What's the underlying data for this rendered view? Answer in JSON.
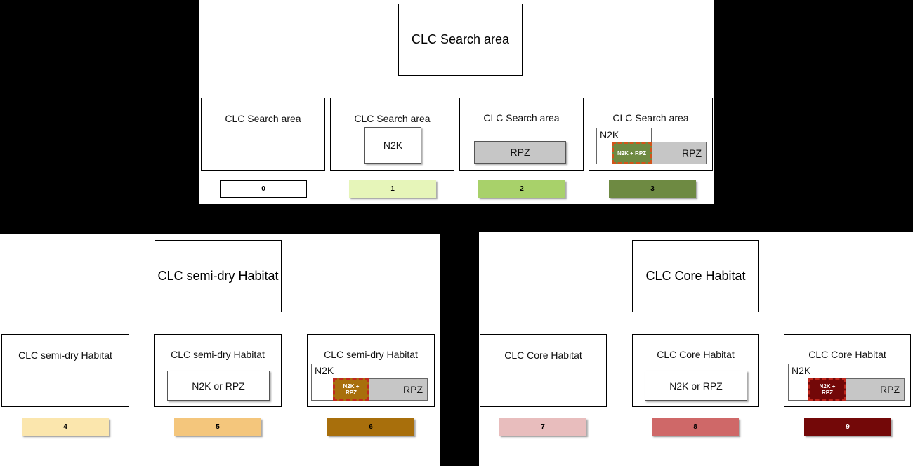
{
  "top": {
    "title": "CLC Search area",
    "case_label": "CLC Search area",
    "n2k": "N2K",
    "rpz": "RPZ",
    "overlap": "N2K + RPZ",
    "legend": [
      {
        "value": "0",
        "color": "#ffffff"
      },
      {
        "value": "1",
        "color": "#e6f5b9"
      },
      {
        "value": "2",
        "color": "#a8d16a"
      },
      {
        "value": "3",
        "color": "#6e8a42"
      }
    ],
    "overlap_fill": "#6e8a42",
    "overlap_border": "#d2541a"
  },
  "left": {
    "title": "CLC semi-dry Habitat",
    "case_label": "CLC semi-dry Habitat",
    "n2k_or_rpz": "N2K or RPZ",
    "n2k": "N2K",
    "rpz": "RPZ",
    "overlap_line1": "N2K +",
    "overlap_line2": "RPZ",
    "legend": [
      {
        "value": "4",
        "color": "#fbe6ad"
      },
      {
        "value": "5",
        "color": "#f4c67c"
      },
      {
        "value": "6",
        "color": "#a86f0c"
      }
    ],
    "overlap_fill": "#a86f0c",
    "overlap_border": "#c0291e"
  },
  "right": {
    "title": "CLC Core Habitat",
    "case_label": "CLC Core Habitat",
    "n2k_or_rpz": "N2K or RPZ",
    "n2k": "N2K",
    "rpz": "RPZ",
    "overlap_line1": "N2K +",
    "overlap_line2": "RPZ",
    "legend": [
      {
        "value": "7",
        "color": "#e8bdbd"
      },
      {
        "value": "8",
        "color": "#cf6868"
      },
      {
        "value": "9",
        "color": "#730808"
      }
    ],
    "overlap_fill": "#730808",
    "overlap_border": "#c0291e"
  }
}
